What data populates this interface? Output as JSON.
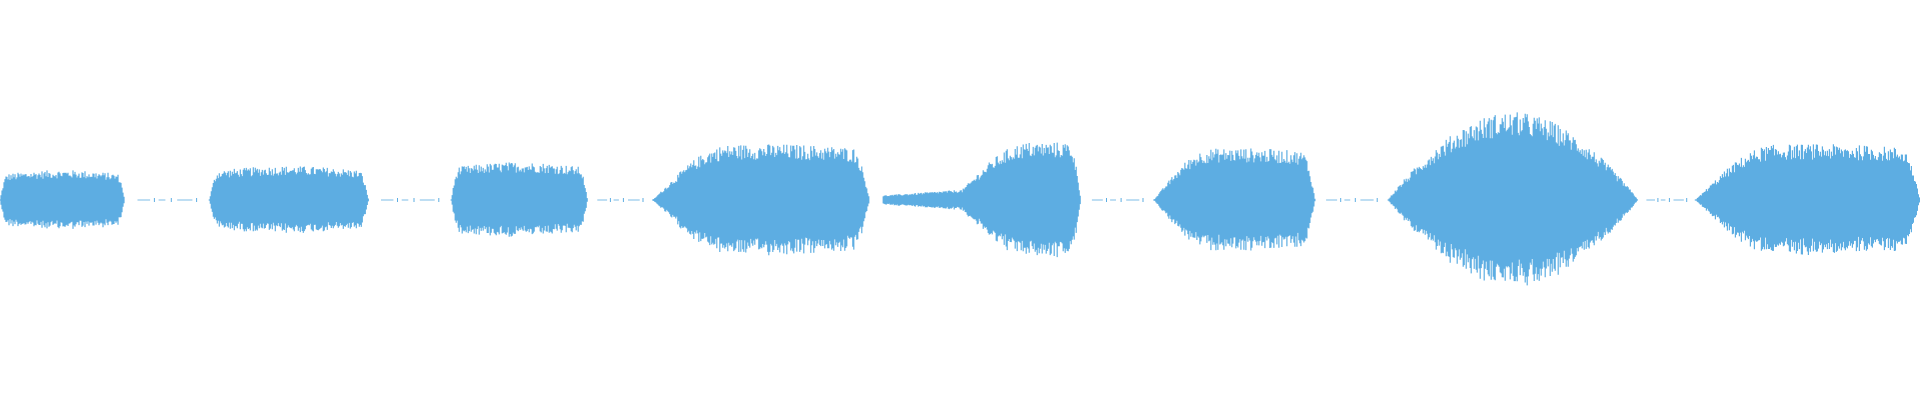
{
  "waveform": {
    "color": "#5DADE2",
    "background": "#FFFFFF",
    "duration_fraction_segments": [
      {
        "start": 0.0,
        "end": 0.065,
        "peak": 0.075,
        "shape": "flat"
      },
      {
        "start": 0.109,
        "end": 0.192,
        "peak": 0.085,
        "shape": "flat"
      },
      {
        "start": 0.235,
        "end": 0.306,
        "peak": 0.095,
        "shape": "flat"
      },
      {
        "start": 0.34,
        "end": 0.453,
        "peak": 0.14,
        "shape": "rise"
      },
      {
        "start": 0.46,
        "end": 0.563,
        "peak": 0.145,
        "shape": "rise-late"
      },
      {
        "start": 0.601,
        "end": 0.685,
        "peak": 0.13,
        "shape": "rise"
      },
      {
        "start": 0.723,
        "end": 0.853,
        "peak": 0.22,
        "shape": "diamond"
      },
      {
        "start": 0.883,
        "end": 1.0,
        "peak": 0.14,
        "shape": "rise"
      }
    ],
    "gaps_with_ticks": [
      {
        "start": 0.065,
        "end": 0.109
      },
      {
        "start": 0.192,
        "end": 0.235
      },
      {
        "start": 0.306,
        "end": 0.34
      },
      {
        "start": 0.563,
        "end": 0.601
      },
      {
        "start": 0.685,
        "end": 0.723
      },
      {
        "start": 0.853,
        "end": 0.883
      }
    ]
  }
}
